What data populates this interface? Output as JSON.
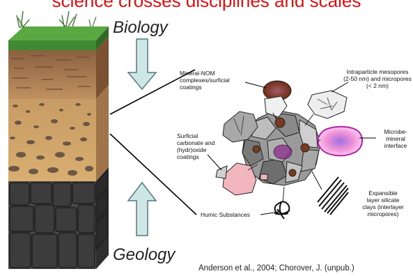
{
  "title": "science crosses disciplines and scales",
  "labels": {
    "biology": "Biology",
    "geology": "Geology",
    "mineral_nom": "Mineral-NOM complexes/surficial coatings",
    "intraparticle": "Intraparticle mesopores (2-50 nm) and micropores (< 2 nm)",
    "microbe": "Microbe-mineral interface",
    "surficial_carbonate": "Surficial carbonate and (hydr)oxide coatings",
    "expansible": "Expansible layer silicate clays (interlayer micropores)",
    "humic": "Humic Substances"
  },
  "citation": "Anderson et al., 2004; Chorover, J. (unpub.)",
  "colors": {
    "title": "#e01010",
    "arrow": "#cfe6e6",
    "grass": "#4f9a3a",
    "topsoil": "#b88a5a",
    "subsoil": "#d6a96a",
    "bedrock": "#3a3a3a",
    "nom": "#7a3a1e",
    "microbe": "#e040c0",
    "pink": "#f2b6be"
  }
}
